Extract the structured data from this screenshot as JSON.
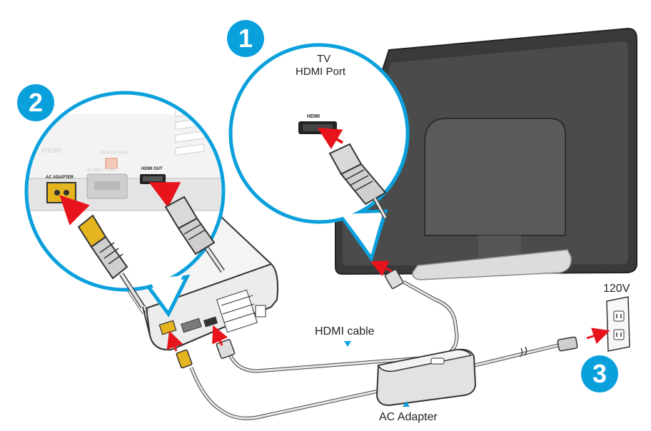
{
  "labels": {
    "tv_title": "TV",
    "tv_port": "HDMI Port",
    "hdmi_cable": "HDMI cable",
    "ac_adapter": "AC Adapter",
    "voltage": "120V"
  },
  "steps": [
    "1",
    "2",
    "3"
  ],
  "port_text": {
    "hdmi_logo": "HDMI",
    "ac_adapter": "AC ADAPTER",
    "hdmi_out": "HDMI OUT",
    "av_multi_out": "AV MULTI OUT",
    "sensor_bar": "SENSOR BAR"
  },
  "colors": {
    "callout": "#0aa0dc",
    "arrow": "#e8141b",
    "ac_plug": "#e5b520",
    "tv_body": "#3a3a3a"
  },
  "icons": [
    "hdmi-port-icon",
    "ac-port-icon",
    "wall-outlet-icon",
    "red-arrow-icon"
  ]
}
